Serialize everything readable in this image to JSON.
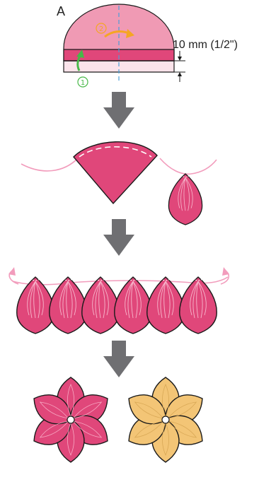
{
  "diagram": {
    "label_a": "A",
    "step_1": "①",
    "step_2": "②",
    "measurement": "10 mm (1/2\")"
  },
  "colors": {
    "petal_pink": "#e0477a",
    "petal_light_pink": "#ee86a6",
    "fabric_pink": "#f09ab4",
    "fabric_pale": "#fbe3ea",
    "thread": "#f29cbc",
    "flower_yellow": "#f3c576",
    "arrow_gray": "#6f6f72",
    "fold_line": "#4a9fd8",
    "step1_green": "#48b848",
    "step2_orange": "#f5a623",
    "outline": "#1a1a1a"
  },
  "icons": [
    "down-arrow-icon",
    "curved-fold-arrow-icon",
    "gather-arrow-icon",
    "petal-icon",
    "flower-icon"
  ]
}
